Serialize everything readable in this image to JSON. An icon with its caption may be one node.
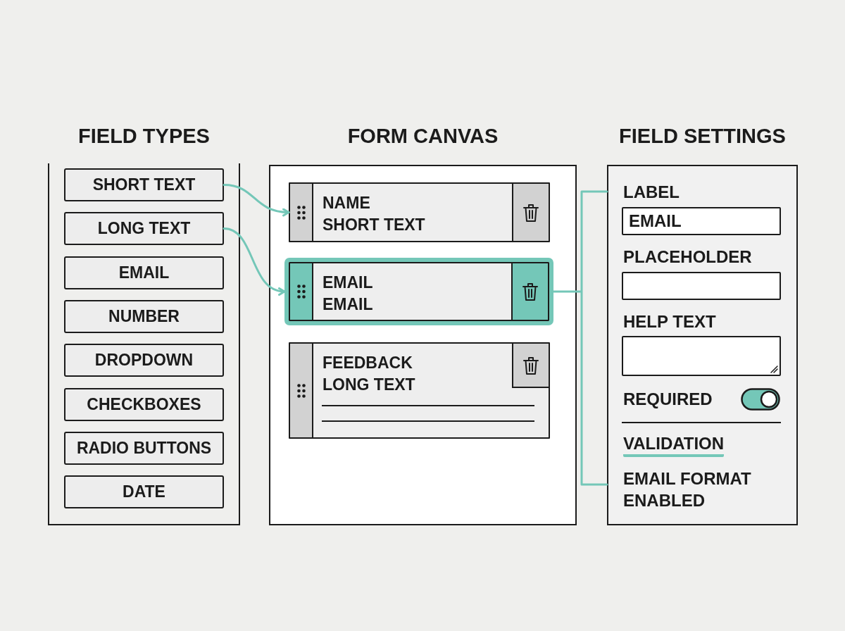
{
  "diagram": {
    "nodes": [
      {
        "text": [
          "FIELD TYPES"
        ]
      },
      {
        "text": [
          "SHORT TEXT"
        ],
        "in": 0
      },
      {
        "text": [
          "LONG TEXT"
        ],
        "in": 0
      },
      {
        "text": [
          "EMAIL"
        ],
        "in": 0
      },
      {
        "text": [
          "NUMBER"
        ],
        "in": 0
      },
      {
        "text": [
          "DROPDOWN"
        ],
        "in": 0
      },
      {
        "text": [
          "CHECKBOXES"
        ],
        "in": 0
      },
      {
        "text": [
          "RADIO BUTTONS"
        ],
        "in": 0
      },
      {
        "text": [
          "DATE"
        ],
        "in": 0
      },
      {
        "text": [
          "FORM CANVAS"
        ]
      },
      {
        "text": [
          "NAME",
          "SHORT TEXT"
        ],
        "in": 9
      },
      {
        "text": [
          "EMAIL",
          "EMAIL"
        ],
        "in": 9
      },
      {
        "text": [
          "FEEDBACK",
          "LONG TEXT"
        ],
        "in": 9
      },
      {
        "text": [
          "FIELD SETTINGS"
        ]
      },
      {
        "text": [
          "LABEL",
          "EMAIL"
        ],
        "in": 13
      },
      {
        "text": [
          "PLACEHOLDER"
        ],
        "in": 13
      },
      {
        "text": [
          "HELP TEXT"
        ],
        "in": 13
      }
    ],
    "edges": [
      {
        "from": 1,
        "to": 10,
        "arrow": "to"
      },
      {
        "from": 2,
        "to": 11,
        "arrow": "to"
      },
      {
        "from": 11,
        "to": 13,
        "arrow": "none"
      }
    ],
    "labels": [
      "REQUIRED",
      "VALIDATION",
      "EMAIL FORMAT ENABLED"
    ]
  }
}
